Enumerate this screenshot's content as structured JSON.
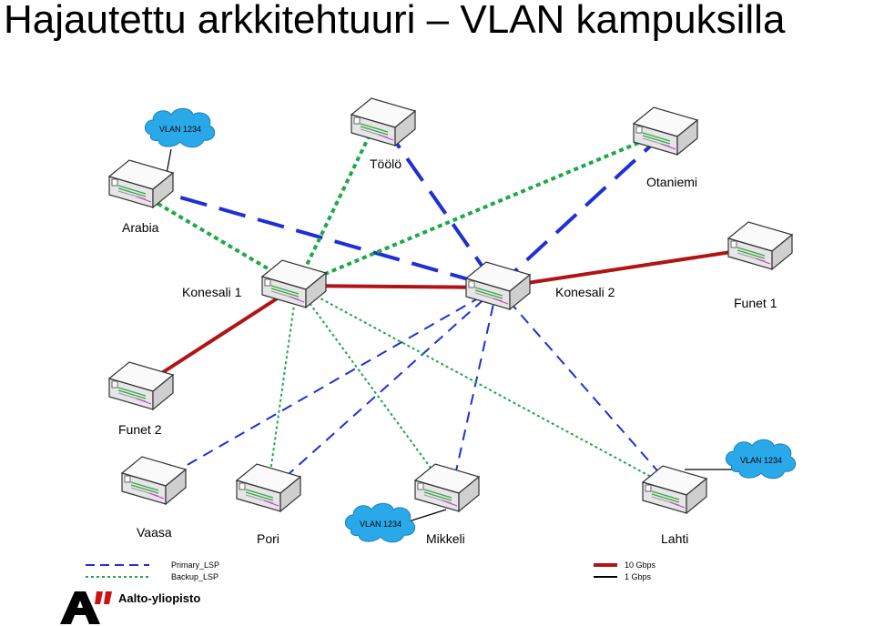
{
  "title": "Hajautettu arkkitehtuuri – VLAN kampuksilla",
  "colors": {
    "primary_lsp": "#1f2fd6",
    "backup_lsp": "#1fa84a",
    "link_10g": "#b01414",
    "link_1g": "#000000",
    "cloud_fill": "#29a9e9"
  },
  "nodes": {
    "toolo": "Töölö",
    "otaniemi": "Otaniemi",
    "arabia": "Arabia",
    "konesali1": "Konesali 1",
    "konesali2": "Konesali 2",
    "funet1": "Funet 1",
    "funet2": "Funet 2",
    "vaasa": "Vaasa",
    "pori": "Pori",
    "mikkeli": "Mikkeli",
    "lahti": "Lahti"
  },
  "clouds": {
    "arabia": "VLAN 1234",
    "mikkeli": "VLAN 1234",
    "lahti": "VLAN 1234"
  },
  "legend": {
    "primary": "Primary_LSP",
    "backup": "Backup_LSP",
    "gbps10": "10 Gbps",
    "gbps1": "1 Gbps"
  },
  "logo": {
    "text": "Aalto-yliopisto"
  }
}
